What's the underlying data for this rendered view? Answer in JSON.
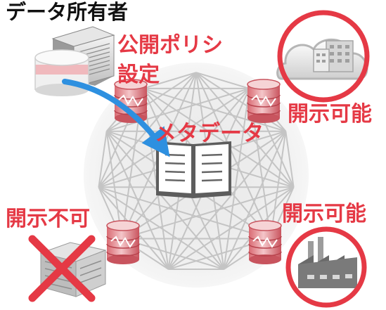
{
  "labels": {
    "owner": "データ所有者",
    "policy_line1": "公開ポリシ",
    "policy_line2": "設定",
    "metadata": "メタデータ",
    "allowed_cloud": "開示可能",
    "allowed_factory": "開示可能",
    "denied": "開示不可"
  },
  "colors": {
    "accent_red": "#e53945",
    "arrow_blue": "#2e90e0",
    "network_gray": "#c4c4c4",
    "db_red": "#d9737b"
  },
  "icons": {
    "owner": "server-icon",
    "metadata": "open-book-icon",
    "node": "database-icon",
    "cloud": "cloud-building-icon",
    "factory": "factory-icon",
    "denied": "building-icon"
  }
}
